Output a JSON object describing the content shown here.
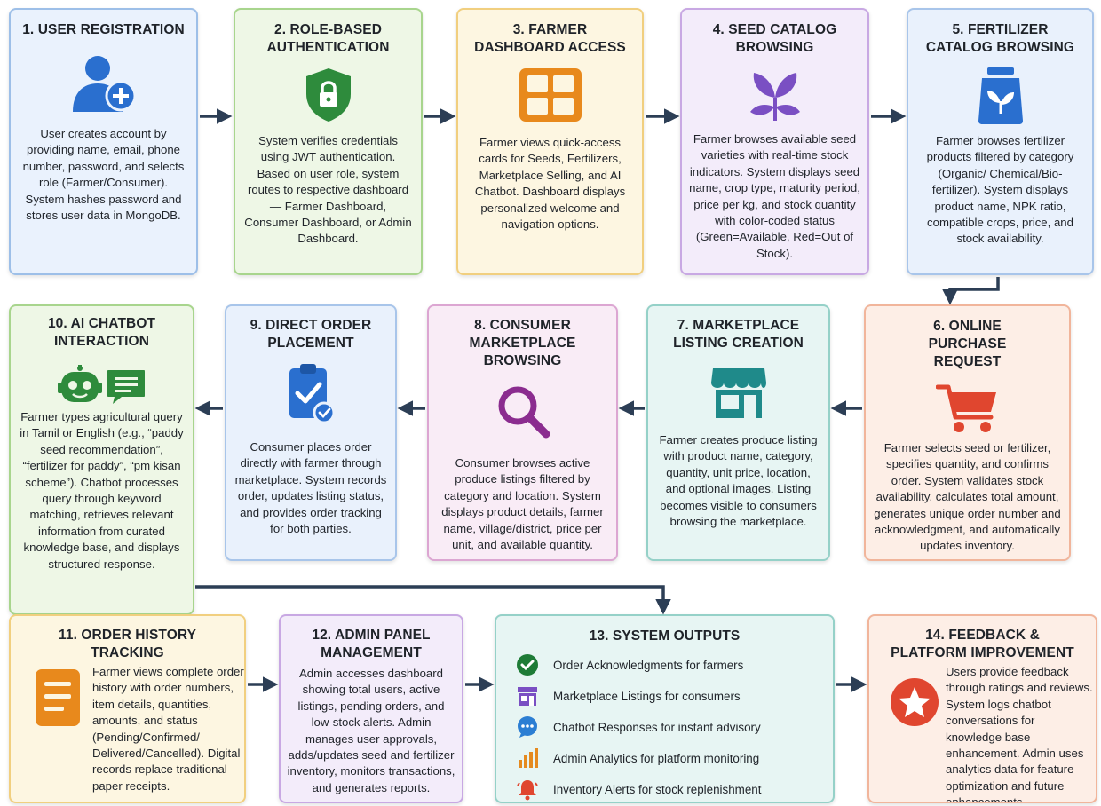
{
  "steps": [
    {
      "id": 1,
      "title": "1. USER REGISTRATION",
      "desc": "User creates account by providing name, email, phone number, password, and selects role (Farmer/Consumer). System hashes password and stores user data in MongoDB.",
      "icon": "user-add-icon"
    },
    {
      "id": 2,
      "title": "2. ROLE-BASED AUTHENTICATION",
      "desc": "System verifies credentials using JWT authentication. Based on user role, system routes to respective dashboard — Farmer Dashboard, Consumer Dashboard, or Admin Dashboard.",
      "icon": "shield-lock-icon"
    },
    {
      "id": 3,
      "title": "3. FARMER DASHBOARD ACCESS",
      "desc": "Farmer views quick-access cards for Seeds, Fertilizers, Marketplace Selling, and AI Chatbot. Dashboard displays personalized welcome and navigation options.",
      "icon": "dashboard-grid-icon"
    },
    {
      "id": 4,
      "title": "4. SEED CATALOG BROWSING",
      "desc": "Farmer browses available seed varieties with real-time stock indicators. System displays seed name, crop type, maturity period, price per kg, and stock quantity with color-coded status (Green=Available, Red=Out of Stock).",
      "icon": "leaves-icon"
    },
    {
      "id": 5,
      "title": "5. FERTILIZER CATALOG BROWSING",
      "desc": "Farmer browses fertilizer products filtered by category (Organic/ Chemical/Bio-fertilizer). System displays product name, NPK ratio, compatible crops, price, and stock availability.",
      "icon": "fertilizer-bag-icon"
    },
    {
      "id": 6,
      "title": "6. ONLINE PURCHASE REQUEST",
      "desc": "Farmer selects seed or fertilizer, specifies quantity, and confirms order. System validates stock availability, calculates total amount, generates unique order number and acknowledgment, and automatically updates inventory.",
      "icon": "shopping-cart-icon"
    },
    {
      "id": 7,
      "title": "7. MARKETPLACE LISTING CREATION",
      "desc": "Farmer creates produce listing with product name, category, quantity, unit price, location, and optional images. Listing becomes visible to consumers browsing the marketplace.",
      "icon": "storefront-icon"
    },
    {
      "id": 8,
      "title": "8. CONSUMER MARKETPLACE BROWSING",
      "desc": "Consumer browses active produce listings filtered by category and location. System displays product details, farmer name, village/district, price per unit, and available quantity.",
      "icon": "magnifier-icon"
    },
    {
      "id": 9,
      "title": "9. DIRECT ORDER PLACEMENT",
      "desc": "Consumer places order directly with farmer through marketplace. System records order, updates listing status, and provides order tracking for both parties.",
      "icon": "clipboard-check-icon"
    },
    {
      "id": 10,
      "title": "10. AI CHATBOT INTERACTION",
      "desc": "Farmer types agricultural query in Tamil or English (e.g., “paddy seed recommendation”, “fertilizer for paddy”, “pm kisan scheme”). Chatbot processes query through keyword matching, retrieves relevant information from curated knowledge base, and displays structured response.",
      "icon": "robot-chat-icon"
    },
    {
      "id": 11,
      "title": "11. ORDER HISTORY TRACKING",
      "desc": "Farmer views complete order history with order numbers, item details, quantities, amounts, and status (Pending/Confirmed/ Delivered/Cancelled). Digital records replace traditional paper receipts.",
      "icon": "document-list-icon"
    },
    {
      "id": 12,
      "title": "12. ADMIN PANEL MANAGEMENT",
      "desc": "Admin accesses dashboard showing total users, active listings, pending orders, and low-stock alerts. Admin manages user approvals, adds/updates seed and fertilizer inventory, monitors transactions, and generates reports.",
      "icon": ""
    },
    {
      "id": 13,
      "title": "13. SYSTEM OUTPUTS",
      "icon": "",
      "outputs": [
        {
          "text": "Order Acknowledgments for farmers",
          "icon": "check-circle-icon",
          "color": "#1e7b36"
        },
        {
          "text": "Marketplace Listings for consumers",
          "icon": "store-icon",
          "color": "#7a4fc3"
        },
        {
          "text": "Chatbot Responses for instant advisory",
          "icon": "chat-bubble-icon",
          "color": "#2c7ed3"
        },
        {
          "text": "Admin Analytics for platform monitoring",
          "icon": "bar-chart-icon",
          "color": "#e58a1f"
        },
        {
          "text": "Inventory Alerts for stock replenishment",
          "icon": "bell-alert-icon",
          "color": "#e0462f"
        }
      ]
    },
    {
      "id": 14,
      "title": "14. FEEDBACK & PLATFORM IMPROVEMENT",
      "desc": "Users provide feedback through ratings and reviews. System logs chatbot conversations for knowledge base enhancement. Admin uses analytics data for feature optimization and future enhancements.",
      "icon": "star-badge-icon"
    }
  ],
  "flow": [
    "1→2",
    "2→3",
    "3→4",
    "4→5",
    "5→6",
    "6→7",
    "7→8",
    "8→9",
    "9→10",
    "10→13",
    "11→12",
    "12→13",
    "13→14"
  ],
  "colors": {
    "arrow": "#2c3e55",
    "blue": "#2a6fcf",
    "green": "#2e8b3c",
    "orange": "#e8891c",
    "purple": "#7a4fc3",
    "red": "#e0462f"
  }
}
